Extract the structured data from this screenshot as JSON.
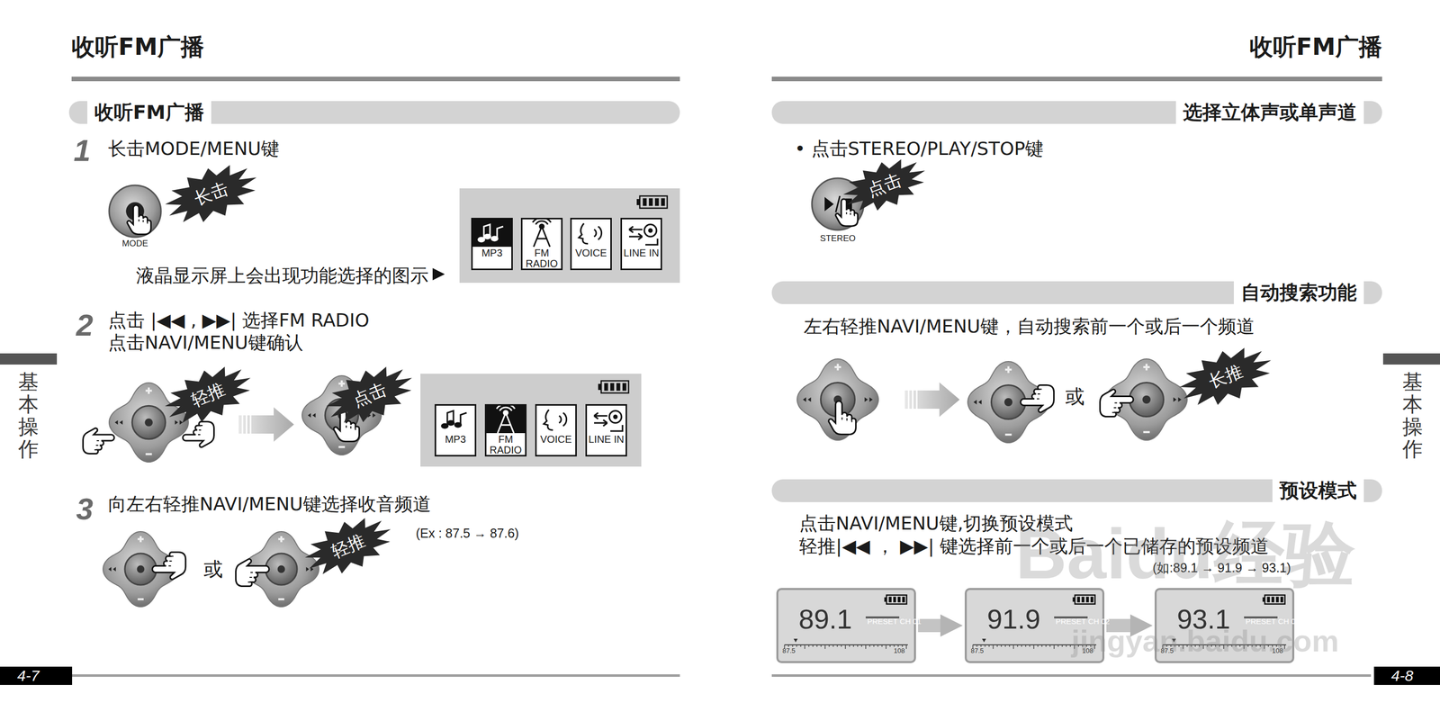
{
  "diagram": {
    "nodes": [
      {
        "text": [
          "收听FM广播"
        ]
      },
      {
        "text": [
          "长击"
        ]
      },
      {
        "text": [
          "MP3"
        ]
      },
      {
        "text": [
          "FM RADIO"
        ]
      },
      {
        "text": [
          "VOICE"
        ]
      },
      {
        "text": [
          "LINE IN"
        ]
      },
      {
        "text": [
          "轻推"
        ]
      },
      {
        "text": [
          "点击"
        ]
      },
      {
        "text": [
          "MP3"
        ]
      },
      {
        "text": [
          "FM RADIO"
        ]
      },
      {
        "text": [
          "VOICE"
        ]
      },
      {
        "text": [
          "LINE IN"
        ]
      },
      {
        "text": [
          "轻推"
        ]
      },
      {
        "text": [
          "4-7"
        ]
      },
      {
        "text": [
          "选择立体声或单声道"
        ]
      },
      {
        "text": [
          "点击"
        ]
      },
      {
        "text": [
          "自动搜索功能"
        ]
      },
      {
        "text": [
          "长推"
        ]
      },
      {
        "text": [
          "预设模式"
        ]
      },
      {
        "text": [
          "89.1",
          "87.5",
          "108"
        ]
      },
      {
        "text": [
          "PRESET CH 01"
        ],
        "in": 19
      },
      {
        "text": [
          "91.9",
          "87.5",
          "108"
        ]
      },
      {
        "text": [
          "PRESET CH 02"
        ],
        "in": 21
      },
      {
        "text": [
          "93.1",
          "87.5",
          "108"
        ]
      },
      {
        "text": [
          "PRESET CH 03"
        ],
        "in": 23
      },
      {
        "text": [
          "4-8"
        ]
      }
    ],
    "edges": [
      {
        "from": 19,
        "to": 21,
        "arrow": "to"
      },
      {
        "from": 21,
        "to": 23,
        "arrow": "to"
      }
    ],
    "labels": [
      "收听FM广播",
      "收听FM广播",
      "1",
      "长击MODE/MENU键",
      "MODE",
      "液晶显示屏上会出现功能选择的图示",
      "2",
      "点击 |◀◀ , ▶▶| 选择FM RADIO",
      "点击NAVI/MENU键确认",
      "3",
      "向左右轻推NAVI/MENU键选择收音频道",
      "或",
      "(Ex : 87.5 → 87.6)",
      "基本操作",
      "• 点击STEREO/PLAY/STOP键",
      "STEREO",
      "左右轻推NAVI/MENU键，自动搜索前一个或后一个频道",
      "或",
      "点击NAVI/MENU键,切换预设模式",
      "轻推|◀◀ ， ▶▶| 键选择前一个或后一个已储存的预设频道",
      "(如:89.1 → 91.9 → 93.1)",
      "基本操作",
      "Baidu经验",
      "jingyan.baidu.com"
    ]
  }
}
